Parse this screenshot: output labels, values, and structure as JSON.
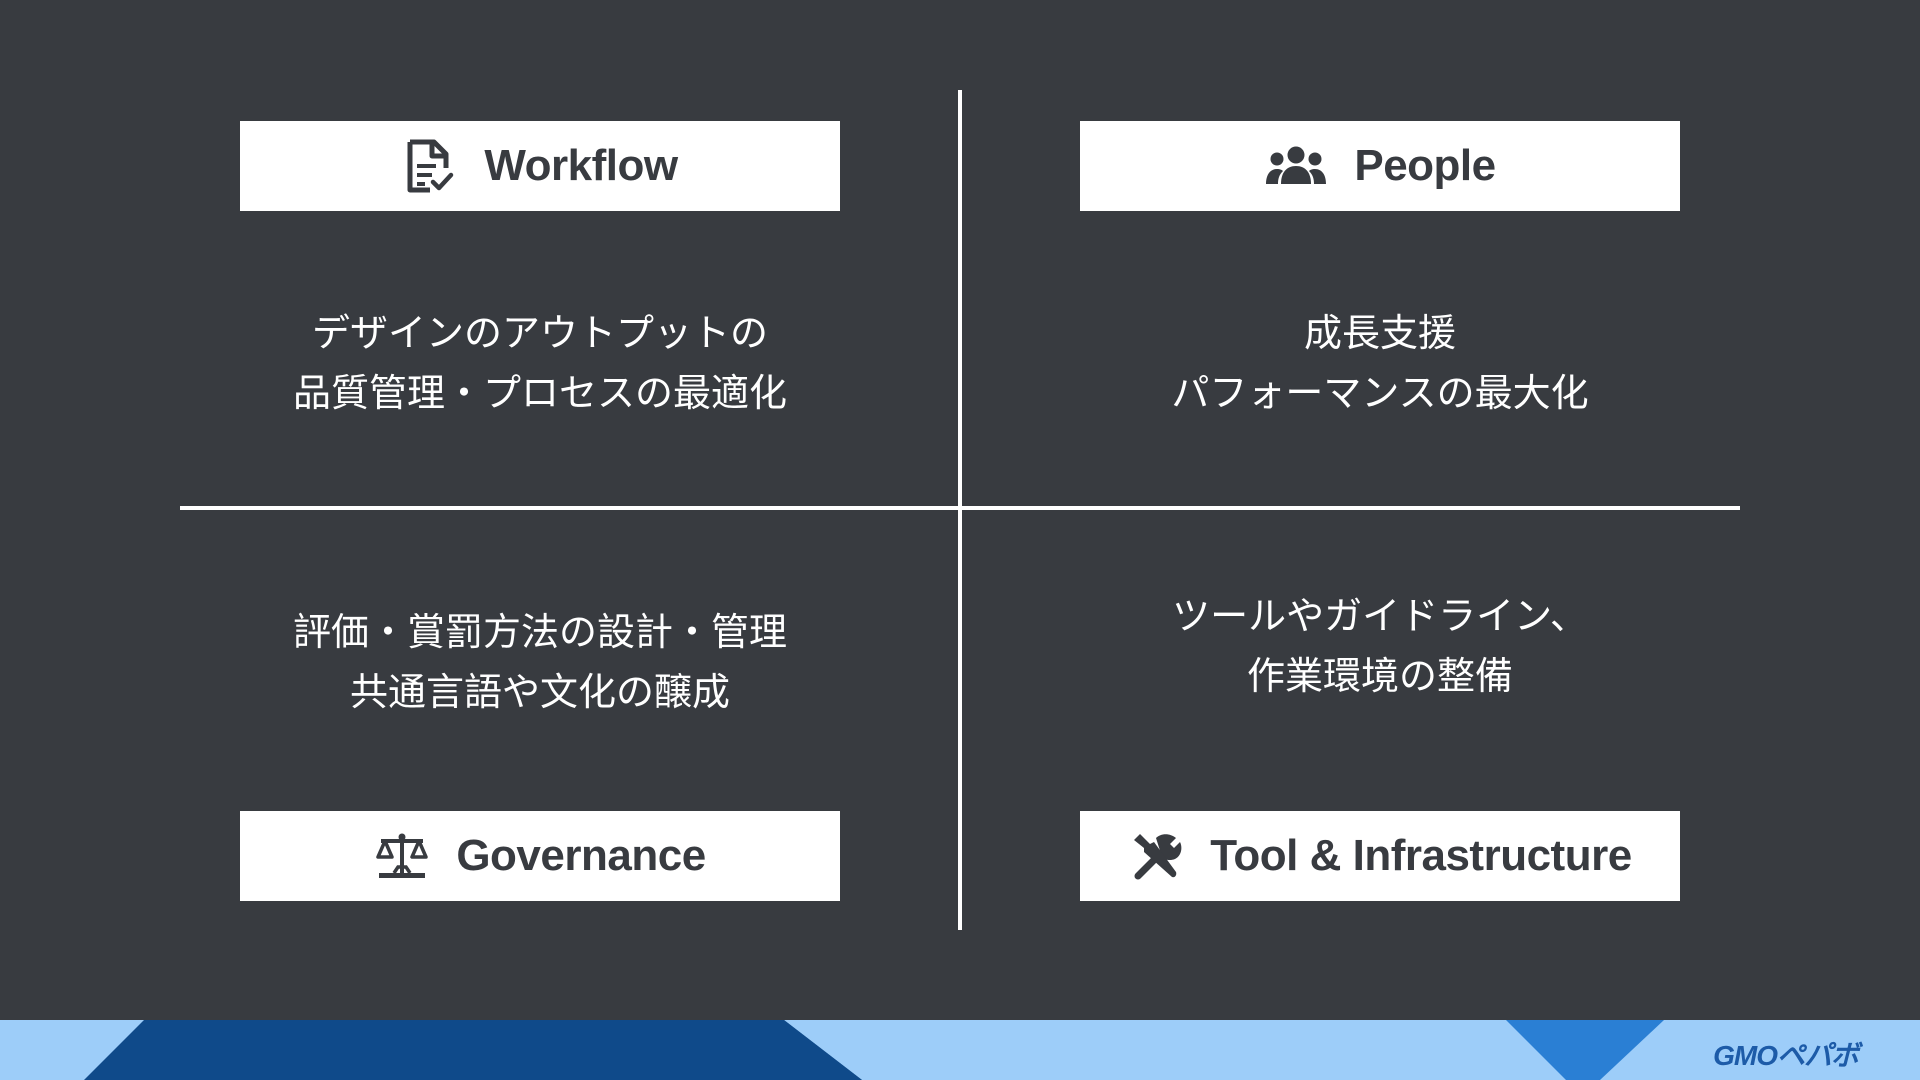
{
  "quadrants": {
    "workflow": {
      "title": "Workflow",
      "icon": "document-check-icon",
      "lines": [
        "デザインのアウトプットの",
        "品質管理・プロセスの最適化"
      ]
    },
    "people": {
      "title": "People",
      "icon": "people-group-icon",
      "lines": [
        "成長支援",
        "パフォーマンスの最大化"
      ]
    },
    "governance": {
      "title": "Governance",
      "icon": "balance-scale-icon",
      "lines": [
        "評価・賞罰方法の設計・管理",
        "共通言語や文化の醸成"
      ]
    },
    "tools": {
      "title": "Tool & Infrastructure",
      "icon": "tools-icon",
      "lines": [
        "ツールやガイドライン、",
        "作業環境の整備"
      ]
    }
  },
  "footer": {
    "brand": "GMOペパボ"
  },
  "colors": {
    "background": "#383b40",
    "label_box": "#ffffff",
    "label_text": "#383b40",
    "footer_light": "#9dcdf9",
    "footer_dark": "#0f4a8a",
    "footer_mid": "#2a7fd4"
  }
}
